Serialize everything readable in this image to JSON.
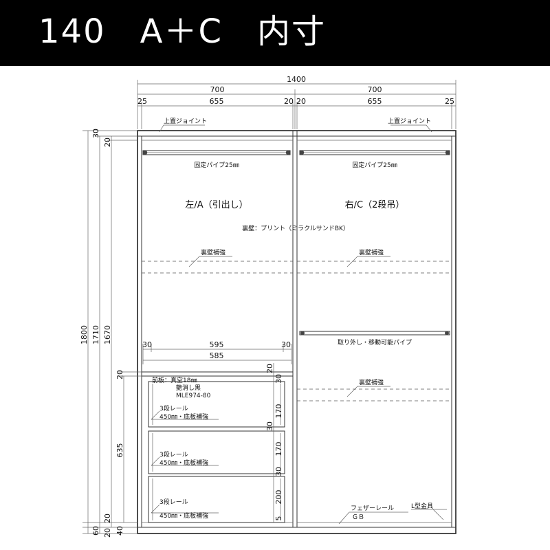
{
  "title": "140　A＋C　内寸",
  "dimensions": {
    "overall_width": "1400",
    "half_left": "700",
    "half_right": "700",
    "left_side": "25",
    "left_inner": "655",
    "left_mid": "20",
    "right_mid": "20",
    "right_inner": "655",
    "right_side": "25",
    "height_total": "1800",
    "height_1710": "1710",
    "height_1670": "1670",
    "height_635": "635",
    "top_30": "30",
    "top_20": "20",
    "shelf_20": "20",
    "base_60": "60",
    "base_20a": "20",
    "base_20b": "20",
    "base_40": "40",
    "drawer_frame_left": "30",
    "drawer_frame_center": "595",
    "drawer_frame_right": "30",
    "drawer_inner": "585",
    "drawer_gap_20": "20",
    "drawer_30_top": "30",
    "drawer_170_a": "170",
    "drawer_30_mid": "30",
    "drawer_170_b": "170",
    "drawer_30_low": "30",
    "drawer_200": "200",
    "drawer_5": "5"
  },
  "labels": {
    "joint_left": "上置ジョイント",
    "joint_right": "上置ジョイント",
    "pipe_left": "固定パイプ25㎜",
    "pipe_right": "固定パイプ25㎜",
    "left_section": "左/A（引出し）",
    "right_section": "右/C（2段吊）",
    "back_panel": "裏壁：プリント（ミラクルサンドBK）",
    "reinforce_left": "裏壁補強",
    "reinforce_right": "裏壁補強",
    "reinforce_lower": "裏壁補強",
    "movable_pipe": "取り外し・移動可能パイプ",
    "front_panel_1": "前板：真空18㎜",
    "front_panel_2": "艶消し黒",
    "front_panel_3": "MLE974-80",
    "rail_1a": "3段レール",
    "rail_1b": "450㎜・底板補強",
    "rail_2a": "3段レール",
    "rail_2b": "450㎜・底板補強",
    "rail_3a": "3段レール",
    "rail_3b": "450㎜・底板補強",
    "feather_rail": "フェザーレール",
    "gb": "ＧＢ",
    "l_bracket": "L型金具"
  }
}
